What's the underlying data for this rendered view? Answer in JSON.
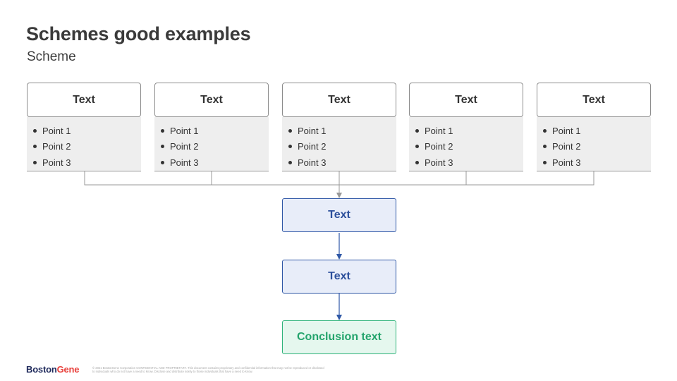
{
  "slide": {
    "title": "Schemes good examples",
    "subtitle": "Scheme"
  },
  "cards": [
    {
      "header": "Text",
      "points": [
        "Point 1",
        "Point 2",
        "Point 3"
      ]
    },
    {
      "header": "Text",
      "points": [
        "Point 1",
        "Point 2",
        "Point 3"
      ]
    },
    {
      "header": "Text",
      "points": [
        "Point 1",
        "Point 2",
        "Point 3"
      ]
    },
    {
      "header": "Text",
      "points": [
        "Point 1",
        "Point 2",
        "Point 3"
      ]
    },
    {
      "header": "Text",
      "points": [
        "Point 1",
        "Point 2",
        "Point 3"
      ]
    }
  ],
  "flow": {
    "step1": "Text",
    "step2": "Text",
    "conclusion": "Conclusion text"
  },
  "footer": {
    "logo_part1": "Boston",
    "logo_part2": "Gene",
    "legal": "© 2021 BostonGene Corporation CONFIDENTIAL AND PROPRIETARY. This document contains proprietary and confidential information that may not be reproduced or disclosed to individuals who do not have a need to know. Disclose and distribute solely to those individuals that have a need to know."
  },
  "colors": {
    "flow_blue": "#2f57a6",
    "flow_green": "#2fb37a",
    "connector_gray": "#999999",
    "logo_navy": "#1f2a5c",
    "logo_red": "#e8413c"
  }
}
